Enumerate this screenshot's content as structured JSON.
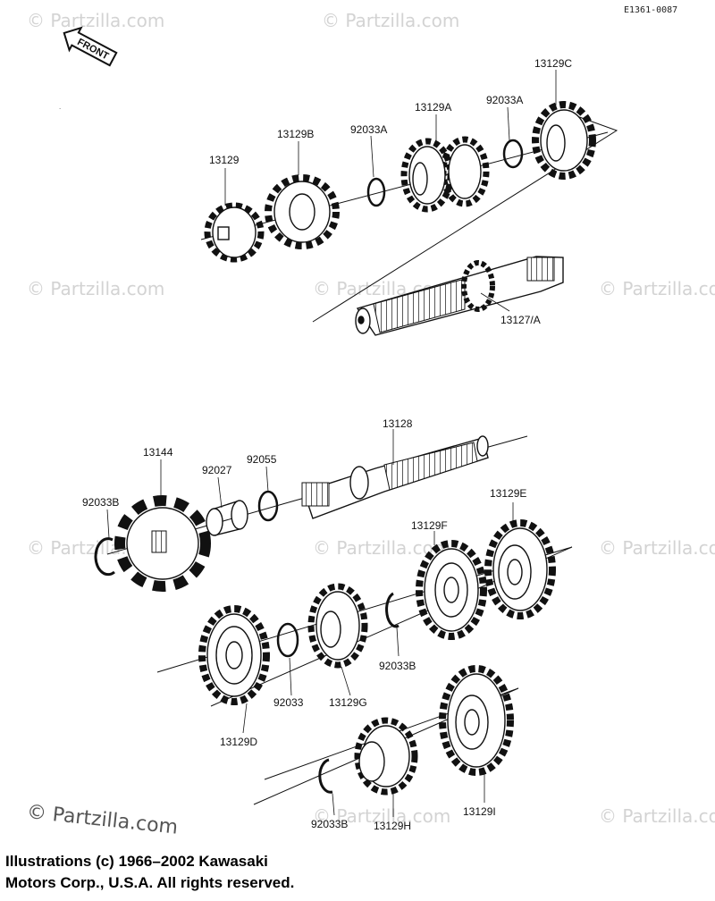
{
  "diagram_code": "E1361-0087",
  "front_label": "FRONT",
  "watermark": "© Partzilla.com",
  "brand": "© Partzilla.com",
  "copyright_line1": "Illustrations (c) 1966–2002 Kawasaki",
  "copyright_line2": "Motors Corp., U.S.A.  All rights reserved.",
  "labels": {
    "p13129": "13129",
    "p13129B": "13129B",
    "p92033A_1": "92033A",
    "p13129A": "13129A",
    "p92033A_2": "92033A",
    "p13129C": "13129C",
    "p13127A": "13127/A",
    "p13128": "13128",
    "p13144": "13144",
    "p92027": "92027",
    "p92055": "92055",
    "p92033B_1": "92033B",
    "p13129E": "13129E",
    "p13129F": "13129F",
    "p92033B_2": "92033B",
    "p92033": "92033",
    "p13129G": "13129G",
    "p13129D": "13129D",
    "p92033B_3": "92033B",
    "p13129H": "13129H",
    "p13129I": "13129I"
  }
}
